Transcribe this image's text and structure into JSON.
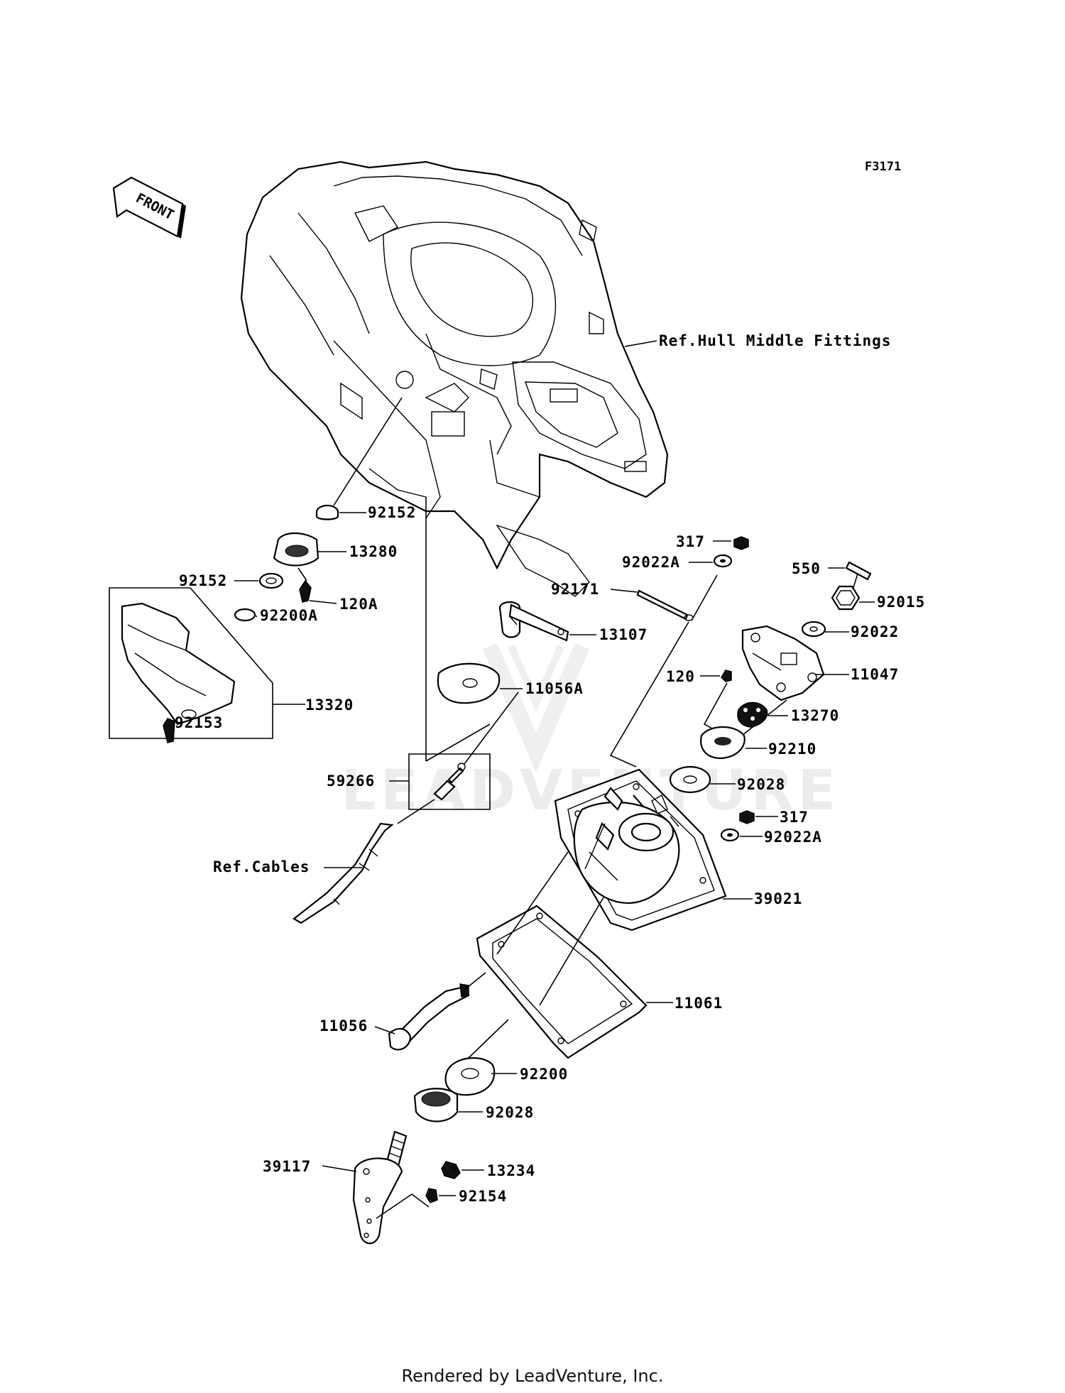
{
  "diagram": {
    "code": "F3171",
    "front_label": "FRONT",
    "watermark": "LEADVENTURE",
    "labels": {
      "ref_hull": "Ref.Hull Middle Fittings",
      "p92152_a": "92152",
      "p13280": "13280",
      "p92152_b": "92152",
      "p120A": "120A",
      "p92200A": "92200A",
      "p13320": "13320",
      "p92153": "92153",
      "p317_a": "317",
      "p92022A_a": "92022A",
      "p92171": "92171",
      "p550": "550",
      "p92015": "92015",
      "p92022": "92022",
      "p13107": "13107",
      "p11047": "11047",
      "p11056A": "11056A",
      "p120": "120",
      "p13270": "13270",
      "p92210": "92210",
      "p59266": "59266",
      "p92028_a": "92028",
      "p317_b": "317",
      "p92022A_b": "92022A",
      "ref_cables": "Ref.Cables",
      "p39021": "39021",
      "p11061": "11061",
      "p11056": "11056",
      "p92200": "92200",
      "p92028_b": "92028",
      "p39117": "39117",
      "p13234": "13234",
      "p92154": "92154"
    }
  },
  "footer": {
    "text": "Rendered by LeadVenture, Inc."
  }
}
